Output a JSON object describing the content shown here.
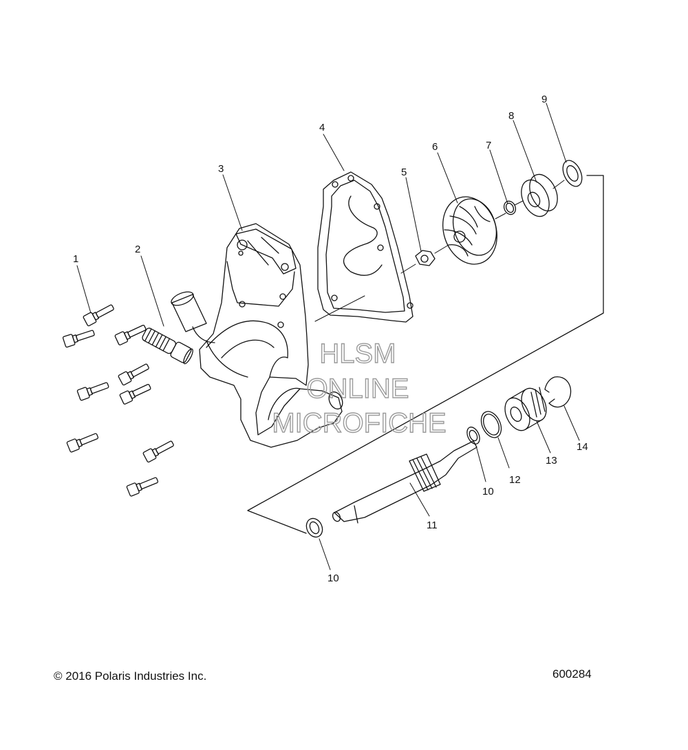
{
  "callouts": {
    "c1": "1",
    "c2": "2",
    "c3": "3",
    "c4": "4",
    "c5": "5",
    "c6": "6",
    "c7": "7",
    "c8": "8",
    "c9": "9",
    "c10a": "10",
    "c10b": "10",
    "c11": "11",
    "c12": "12",
    "c13": "13",
    "c14": "14"
  },
  "watermark": {
    "line1": "HLSM",
    "line2": "ONLINE",
    "line3": "MICROFICHE"
  },
  "footer": {
    "copyright": "© 2016 Polaris Industries Inc.",
    "drawing_number": "600284"
  }
}
